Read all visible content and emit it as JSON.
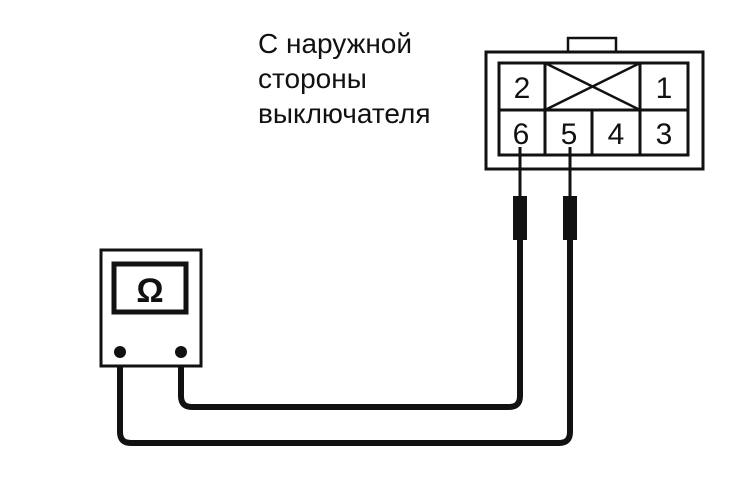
{
  "caption": {
    "line1": "С наружной",
    "line2": "стороны",
    "line3": "выключателя"
  },
  "connector": {
    "pins_top": [
      "2",
      "1"
    ],
    "pins_bottom": [
      "6",
      "5",
      "4",
      "3"
    ]
  },
  "meter": {
    "symbol": "Ω",
    "icon": "ohmmeter-icon"
  },
  "colors": {
    "line": "#111111",
    "background": "#ffffff"
  }
}
